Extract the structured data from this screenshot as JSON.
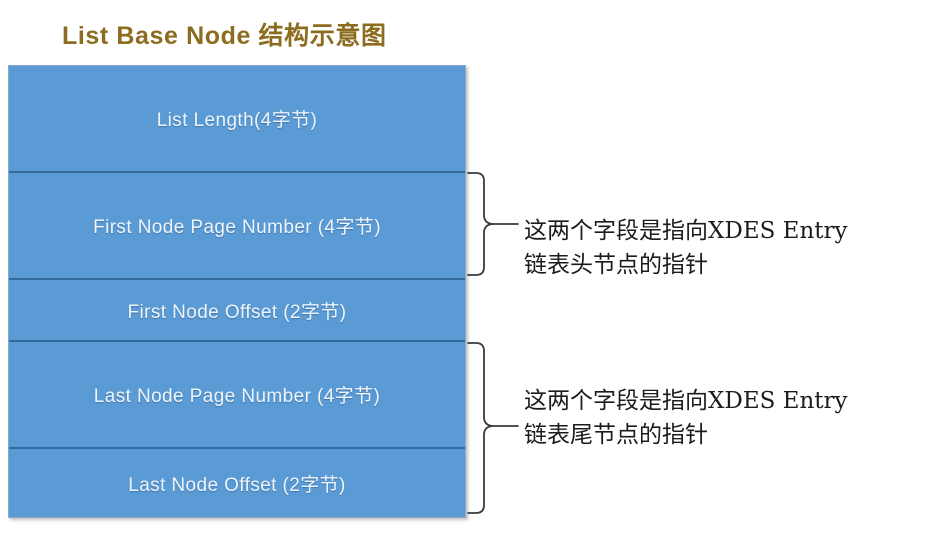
{
  "title": "List Base Node 结构示意图",
  "colors": {
    "title": "#8c6d1f",
    "box_fill": "#5b9bd5",
    "box_divider": "#336b9e",
    "box_border": "#8aa9c9",
    "box_text": "#eef5fb",
    "annotation_text": "#1c1c1c",
    "brace_stroke": "#3a3a3a",
    "background": "#ffffff"
  },
  "struct": {
    "name": "List Base Node",
    "fields": [
      {
        "label": "List Length(4字节)",
        "name": "list-length",
        "size_bytes": 4
      },
      {
        "label": "First Node Page Number (4字节)",
        "name": "first-node-page-number",
        "size_bytes": 4
      },
      {
        "label": "First Node Offset (2字节)",
        "name": "first-node-offset",
        "size_bytes": 2
      },
      {
        "label": "Last Node Page Number (4字节)",
        "name": "last-node-page-number",
        "size_bytes": 4
      },
      {
        "label": "Last Node Offset (2字节)",
        "name": "last-node-offset",
        "size_bytes": 2
      }
    ]
  },
  "annotations": [
    {
      "name": "head-pointer-note",
      "line1": "这两个字段是指向XDES Entry",
      "line2": "链表头节点的指针",
      "covers": [
        "first-node-page-number",
        "first-node-offset"
      ]
    },
    {
      "name": "tail-pointer-note",
      "line1": "这两个字段是指向XDES Entry",
      "line2": "链表尾节点的指针",
      "covers": [
        "last-node-page-number",
        "last-node-offset"
      ]
    }
  ]
}
